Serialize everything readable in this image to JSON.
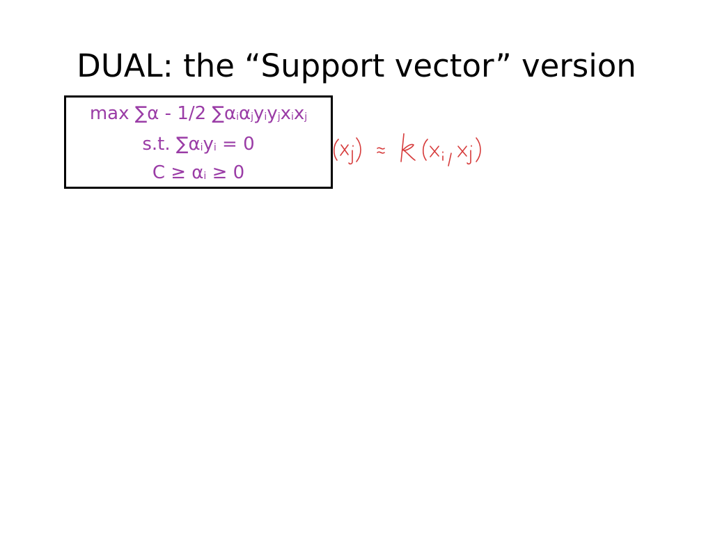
{
  "slide": {
    "title": "DUAL: the “Support vector” version",
    "formula": {
      "line1_prefix": "max ∑α - 1/2 ∑",
      "line2_prefix": "s.t. ∑",
      "line2_suffix": " = 0",
      "line3_prefix": "C ≥ ",
      "line3_suffix": " ≥ 0",
      "sym_alpha": "α",
      "sym_y": "y",
      "sym_x": "x",
      "sub_i": "i",
      "sub_j": "j"
    }
  },
  "colors": {
    "formula_text": "#9a3ca6",
    "handwriting": "#d63a3a",
    "box_border": "#000000",
    "title": "#000000",
    "background": "#ffffff"
  }
}
